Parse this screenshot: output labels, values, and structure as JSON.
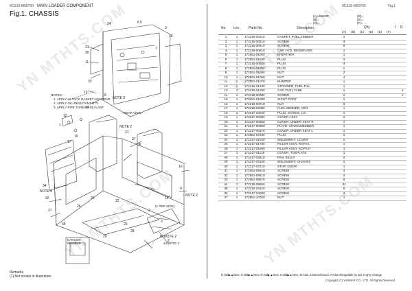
{
  "header": {
    "model_left": "9CS10-M59700",
    "component": "MAIN LOADER COMPONENT",
    "title": "Fig.1.  CHASSIS",
    "model_right": "9CS10-M59700",
    "fig_right": "Fig.1"
  },
  "column_headers": {
    "no": "No.",
    "lev": "Lev.",
    "parts_no": "Parts No.",
    "description": "Description",
    "qty": "Q'ty",
    "i": "I",
    "r": "R",
    "variants_a": "(A)=S220R",
    "variants_b": "(B)=",
    "variants_c": "(C)=",
    "variants_d": "(D)=",
    "variants_e": "(E)=",
    "variants_f": "(F)=",
    "qty_cols": [
      "(A)",
      "(B)",
      "(C)",
      "(D)",
      "(E)",
      "(F)"
    ]
  },
  "parts": [
    {
      "no": "1",
      "lev": "1",
      "part": "172216-00210",
      "desc": "GASKET, FUEL SENDER",
      "qty": "1",
      "r": ""
    },
    {
      "no": "2",
      "lev": "1",
      "part": "172215-00510",
      "desc": "SCREW",
      "qty": "4",
      "r": ""
    },
    {
      "no": "3",
      "lev": "1",
      "part": "172215-00510",
      "desc": "SCREW",
      "qty": "6",
      "r": ""
    },
    {
      "no": "4",
      "lev": "1",
      "part": "172216-00810",
      "desc": "CAP, HYD. RESERVOIR",
      "qty": "1",
      "r": ""
    },
    {
      "no": "5",
      "lev": "1",
      "part": "172551-01000",
      "desc": "BREATHER",
      "qty": "1",
      "r": ""
    },
    {
      "no": "6",
      "lev": "1",
      "part": "172551-01040",
      "desc": "PLUG",
      "qty": "3",
      "r": ""
    },
    {
      "no": "7",
      "lev": "1",
      "part": "172216-00820",
      "desc": "PLUG",
      "qty": "4",
      "r": ""
    },
    {
      "no": "8",
      "lev": "1",
      "part": "172551-01050",
      "desc": "PLUG",
      "qty": "1",
      "r": ""
    },
    {
      "no": "9",
      "lev": "1",
      "part": "172551-01060",
      "desc": "NUT",
      "qty": "2",
      "r": ""
    },
    {
      "no": "10",
      "lev": "1",
      "part": "172551-01060",
      "desc": "NUT",
      "qty": "4",
      "r": ""
    },
    {
      "no": "11",
      "lev": "1",
      "part": "172551-01070",
      "desc": "BUMPER",
      "qty": "1",
      "r": ""
    },
    {
      "no": "12",
      "lev": "1",
      "part": "172216-01240",
      "desc": "STRAINER, FUEL FILL",
      "qty": "1",
      "r": ""
    },
    {
      "no": "13",
      "lev": "1",
      "part": "172216-01250",
      "desc": "CAP, FUEL TANK",
      "qty": "1",
      "r": "1"
    },
    {
      "no": "14",
      "lev": "1",
      "part": "172216-00380",
      "desc": "SCREW",
      "qty": "2",
      "r": "1"
    },
    {
      "no": "15",
      "lev": "1",
      "part": "172551-01080",
      "desc": "SIGHT PORT",
      "qty": "1",
      "r": ""
    },
    {
      "no": "16",
      "lev": "1",
      "part": "172215-00710",
      "desc": "NUT",
      "qty": "6",
      "r": ""
    },
    {
      "no": "17",
      "lev": "1",
      "part": "172216-02080",
      "desc": "FUEL SENDER, VDO",
      "qty": "1",
      "r": ""
    },
    {
      "no": "18",
      "lev": "1",
      "part": "172217-04840",
      "desc": "PLUG, SCREW, 1/4",
      "qty": "1",
      "r": ""
    },
    {
      "no": "19",
      "lev": "1",
      "part": "172217-00300",
      "desc": "COVER ASSY",
      "qty": "2",
      "r": ""
    },
    {
      "no": "20",
      "lev": "1",
      "part": "172217-00350",
      "desc": "COVER, UNDER SEAT R",
      "qty": "1",
      "r": ""
    },
    {
      "no": "21",
      "lev": "1",
      "part": "172217-00360",
      "desc": "PLATE, CROSSMEMBER",
      "qty": "1",
      "r": ""
    },
    {
      "no": "22",
      "lev": "1",
      "part": "172217-00370",
      "desc": "COVER, UNDER SEAT L",
      "qty": "1",
      "r": ""
    },
    {
      "no": "23",
      "lev": "1",
      "part": "172551-02190",
      "desc": "PLUG",
      "qty": "2",
      "r": ""
    },
    {
      "no": "24",
      "lev": "1",
      "part": "172217-01020",
      "desc": "WELDMENT, COVER",
      "qty": "1",
      "r": ""
    },
    {
      "no": "25",
      "lev": "1",
      "part": "172217-01780",
      "desc": "FILLER ASSY, ROPS L",
      "qty": "1",
      "r": ""
    },
    {
      "no": "26",
      "lev": "1",
      "part": "172217-01890",
      "desc": "FILLER ASSY, ROPS R",
      "qty": "1",
      "r": ""
    },
    {
      "no": "27",
      "lev": "1",
      "part": "172217-01130",
      "desc": "COVER, TOEPLATE",
      "qty": "1",
      "r": ""
    },
    {
      "no": "28",
      "lev": "1",
      "part": "172217-02610",
      "desc": "PAN, BELLY",
      "qty": "2",
      "r": ""
    },
    {
      "no": "29",
      "lev": "1",
      "part": "172217-03180",
      "desc": "WELDMENT, CHASSIS",
      "qty": "1",
      "r": ""
    },
    {
      "no": "30",
      "lev": "1",
      "part": "172217-03710",
      "desc": "STOP, DOOR",
      "qty": "1",
      "r": ""
    },
    {
      "no": "31",
      "lev": "1",
      "part": "172551-09510",
      "desc": "SCREW",
      "qty": "2",
      "r": ""
    },
    {
      "no": "32",
      "lev": "1",
      "part": "172551-09510",
      "desc": "SCREW",
      "qty": "4",
      "r": ""
    },
    {
      "no": "33",
      "lev": "1",
      "part": "172551-09570",
      "desc": "SCREW",
      "qty": "6",
      "r": ""
    },
    {
      "no": "34",
      "lev": "1",
      "part": "172216-09600",
      "desc": "SCREW",
      "qty": "34",
      "r": ""
    },
    {
      "no": "35",
      "lev": "1",
      "part": "172215-03120",
      "desc": "SCREW",
      "qty": "5",
      "r": ""
    },
    {
      "no": "36",
      "lev": "1",
      "part": "172217-04000",
      "desc": "SCREW",
      "qty": "3",
      "r": ""
    },
    {
      "no": "37",
      "lev": "1",
      "part": "172551-10320",
      "desc": "NUT",
      "qty": "1",
      "r": ""
    }
  ],
  "notes": {
    "heading": "NOTES:",
    "n1": "1. APPLY HI-TACK GASKET ADHESIVE",
    "n2": "2. APPLY OIL-RESISTANT RTV",
    "n3": "3. APPLY PIPE THREAD SEALANT"
  },
  "diagram_labels": {
    "rear_view": "REAR VIEW",
    "per_side": "(1 PER SIDE)",
    "earlier_models": "EARLIER MODELS",
    "note2_top": "NOTE 2",
    "note3_top": "NOTE 3",
    "note3_left": "NOTE 3",
    "note2_right": "NOTE 2",
    "note3_right": "NOTE 3",
    "note2_mid": "NOTE 2",
    "note3_bottom": "23 NOTE 3"
  },
  "remarks": {
    "title": "Remarks",
    "line1": "(1) Not shown in illustration."
  },
  "footer": {
    "legend": "N.Old▶▲New, O.Old▶▲New, R.Old▶▲New, S.Old▶▲New, W.Add, Z.Discontinued, F.Interchangeable by std, K:Q'ty Change",
    "copyright": "Copyright (C)  YANMAR CO., LTD. All Rights Reserved."
  },
  "watermark": "YN MTHTS.COM"
}
